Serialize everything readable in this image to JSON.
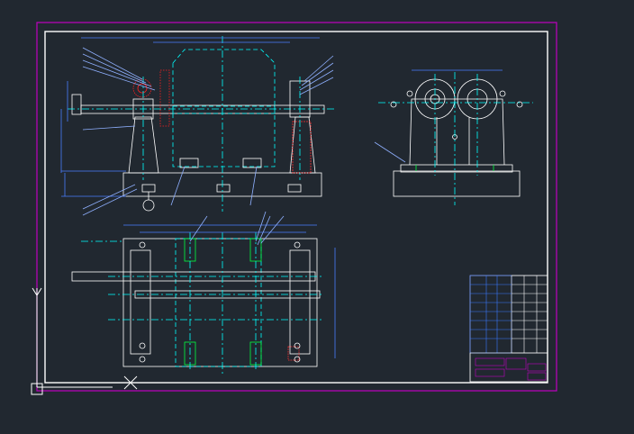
{
  "app": {
    "background": "#212830"
  },
  "colors": {
    "sheet_border": "#c000c0",
    "frame": "#ffffff",
    "geometry": "#ffffff",
    "centerline": "#00ffff",
    "dimension": "#4a7dff",
    "highlight": "#ff2020",
    "part": "#00ff40",
    "leader": "#8fb0ff"
  },
  "icons": {
    "ucs": "ucs-axis-icon",
    "crosshair": "crosshair-cursor-icon"
  },
  "drawing": {
    "front_view": "front-elevation",
    "side_view": "side-elevation",
    "plan_view": "plan-view",
    "title_block": "title-block"
  }
}
